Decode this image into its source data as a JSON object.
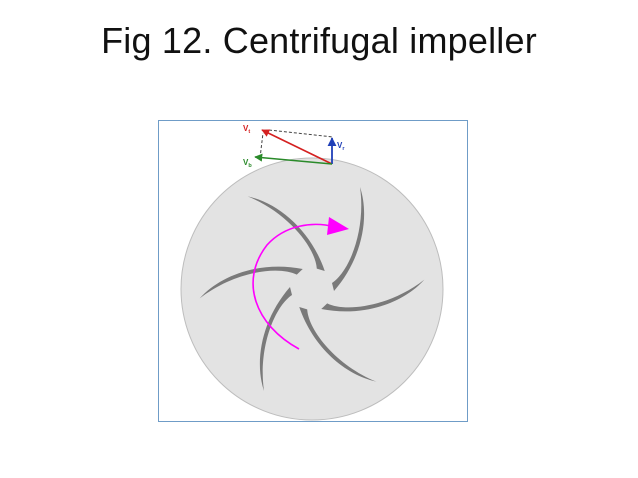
{
  "slide": {
    "title": "Fig 12. Centrifugal impeller"
  },
  "figure": {
    "vectors": [
      {
        "id": "vt",
        "main": "V",
        "sub": "t",
        "color": "#d42020"
      },
      {
        "id": "vr",
        "main": "V",
        "sub": "r",
        "color": "#1f3fb8"
      },
      {
        "id": "vb",
        "main": "V",
        "sub": "b",
        "color": "#2a8a2a"
      }
    ],
    "rotation_arrow_color": "#ff00ff",
    "impeller_fill_color": "#e3e3e3",
    "blade_color": "#7a7a7a",
    "blade_count": 6
  }
}
